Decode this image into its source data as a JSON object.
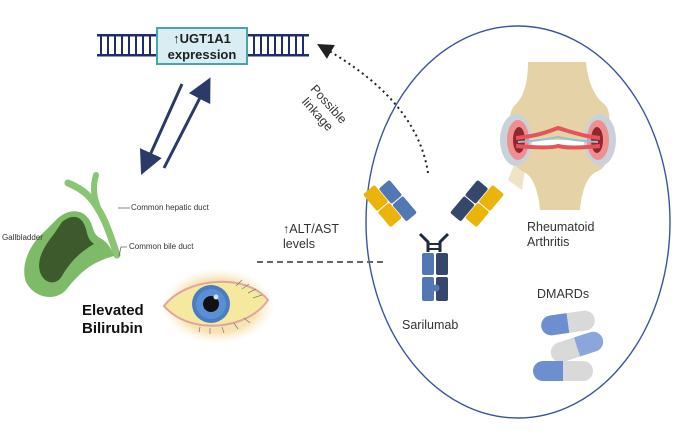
{
  "title": "Sarilumab, UGT1A1 expression and elevated bilirubin",
  "gene_box": {
    "line1": "↑UGT1A1",
    "line2": "expression"
  },
  "linkage_label": {
    "line1": "Possible",
    "line2": "linkage"
  },
  "liver_enzymes_label": {
    "line1": "↑ALT/AST",
    "line2": "levels"
  },
  "gallbladder": {
    "label": "Gallbladder",
    "hepatic_duct": "Common hepatic duct",
    "bile_duct": "Common bile duct"
  },
  "bilirubin_label": {
    "line1": "Elevated",
    "line2": "Bilirubin"
  },
  "antibody_label": "Sarilumab",
  "disease_label": {
    "line1": "Rheumatoid",
    "line2": "Arthritis"
  },
  "drug_label": "DMARDs",
  "icons": [
    "dna-icon",
    "bidirectional-arrows-icon",
    "gallbladder-icon",
    "jaundiced-eye-icon",
    "antibody-icon",
    "knee-joint-icon",
    "capsule-icon"
  ],
  "colors": {
    "dna": "#1f2d6b",
    "gene_box_fill": "#d8eef2",
    "gene_box_border": "#4aa3ad",
    "arrows": "#2b3a66",
    "ellipse": "#3b54a0",
    "antibody_light": "#5377b5",
    "antibody_dark": "#37476b",
    "antibody_yellow": "#eab40a",
    "gallbladder": "#7dbb68",
    "bile": "#3c5a2c",
    "iris": "#4a7cc4",
    "sclera": "#f5eaa0",
    "bone": "#e5d3a7",
    "inflammation": "#e7535a",
    "capsule_blue": "#6e8fcf",
    "capsule_grey": "#d9d9d9"
  }
}
